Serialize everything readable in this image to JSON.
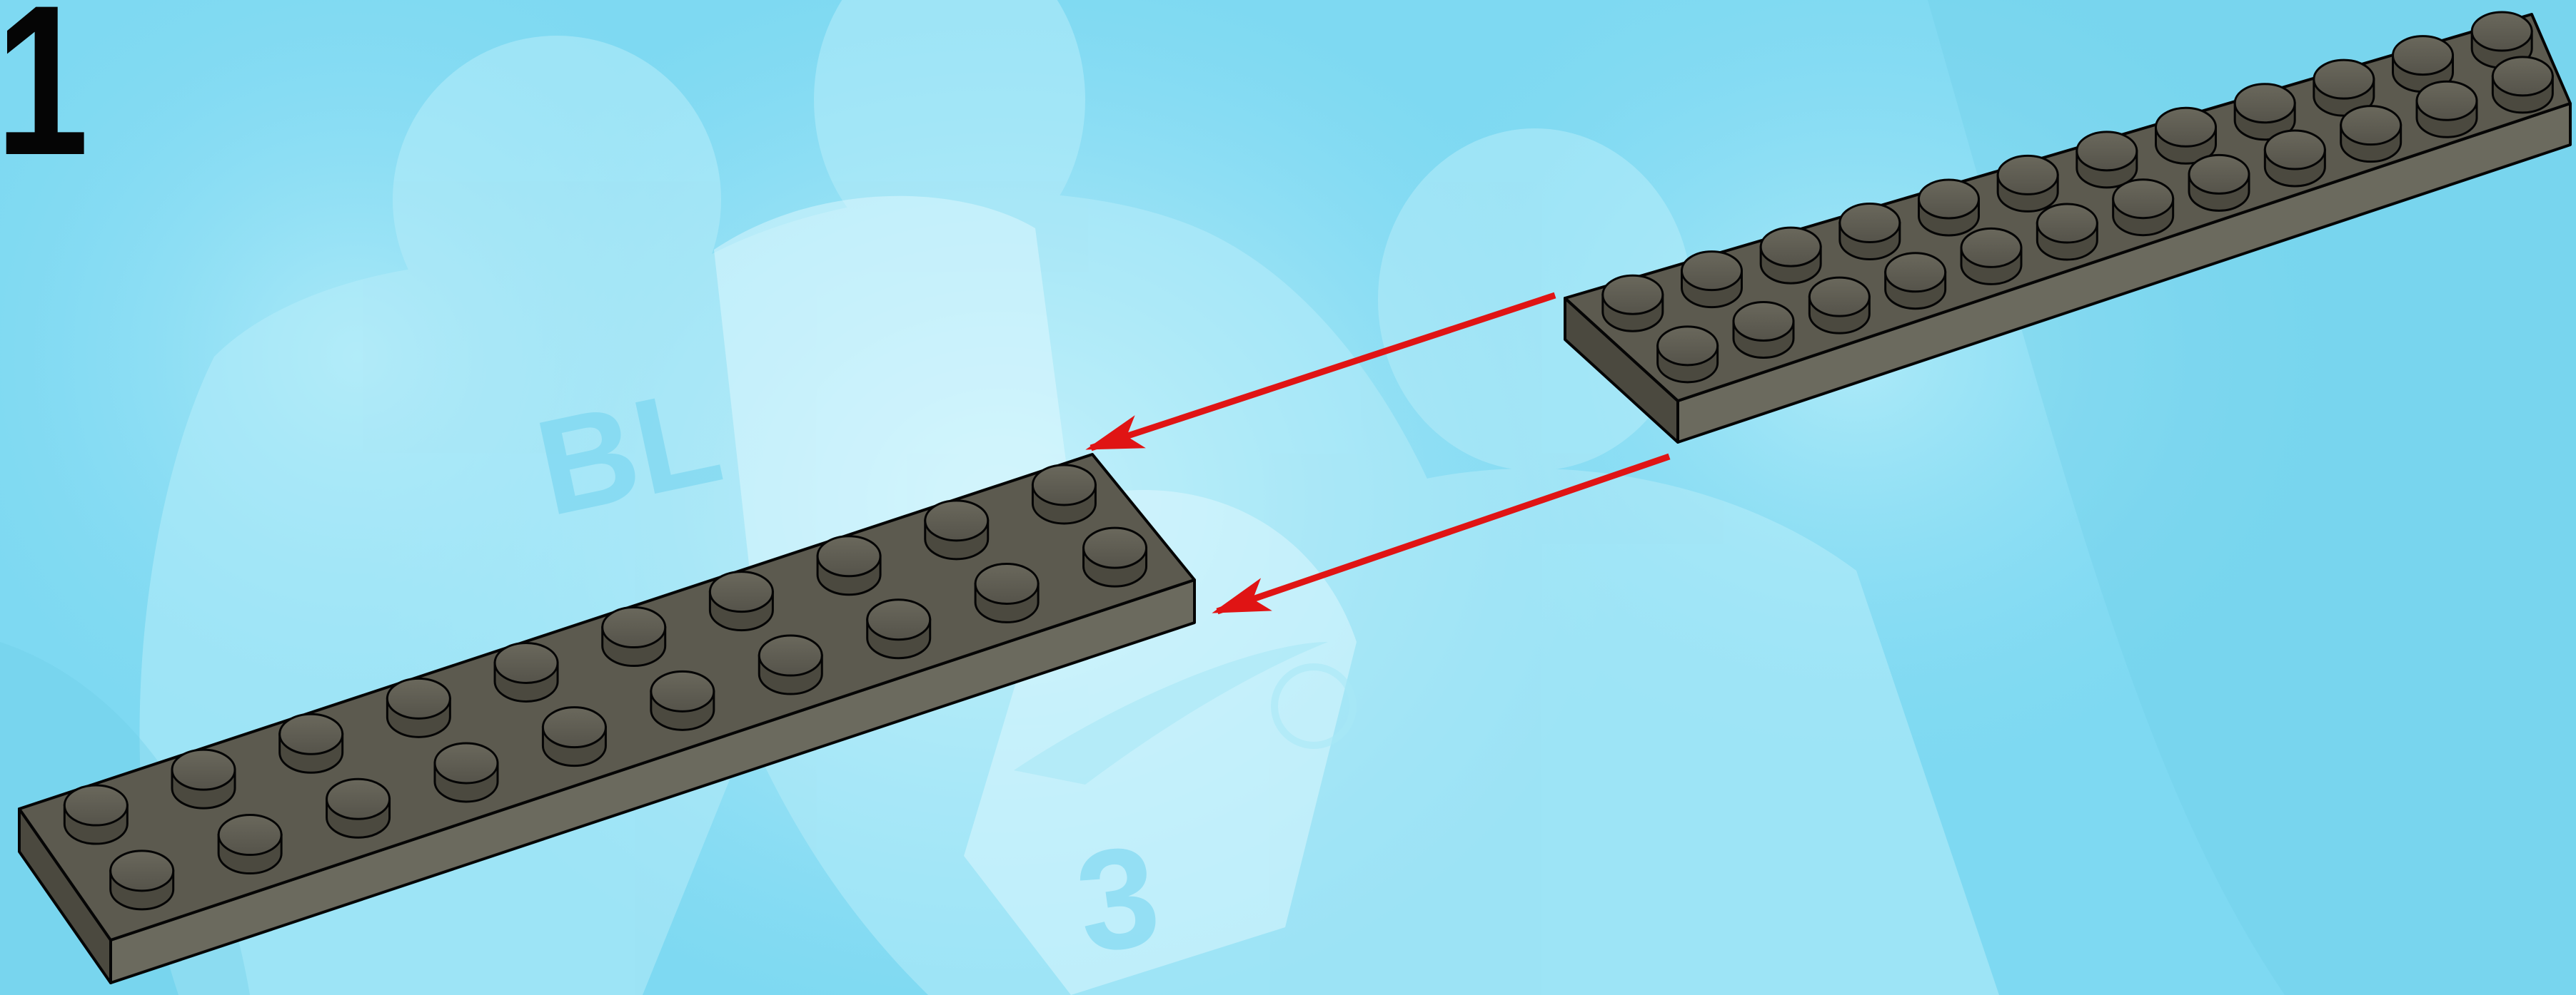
{
  "instruction": {
    "step_number": "1",
    "background_jersey_text_upper": "BL",
    "background_jersey_number": "3"
  },
  "parts": {
    "plate_moving": {
      "name": "plate-2x12",
      "color": "#5c5a4f",
      "studs_columns": 12,
      "studs_rows": 2
    },
    "plate_target": {
      "name": "plate-2x10",
      "color": "#5c5a4f",
      "studs_columns": 10,
      "studs_rows": 2
    }
  },
  "arrows": {
    "count": 2,
    "color": "#e01414"
  },
  "colors": {
    "background": "#7ed9f2",
    "background_light": "#c8f2fb",
    "brick_top": "#5c5a4f",
    "brick_side": "#4b493f",
    "brick_front": "#6b6a5e",
    "outline": "#050505"
  }
}
